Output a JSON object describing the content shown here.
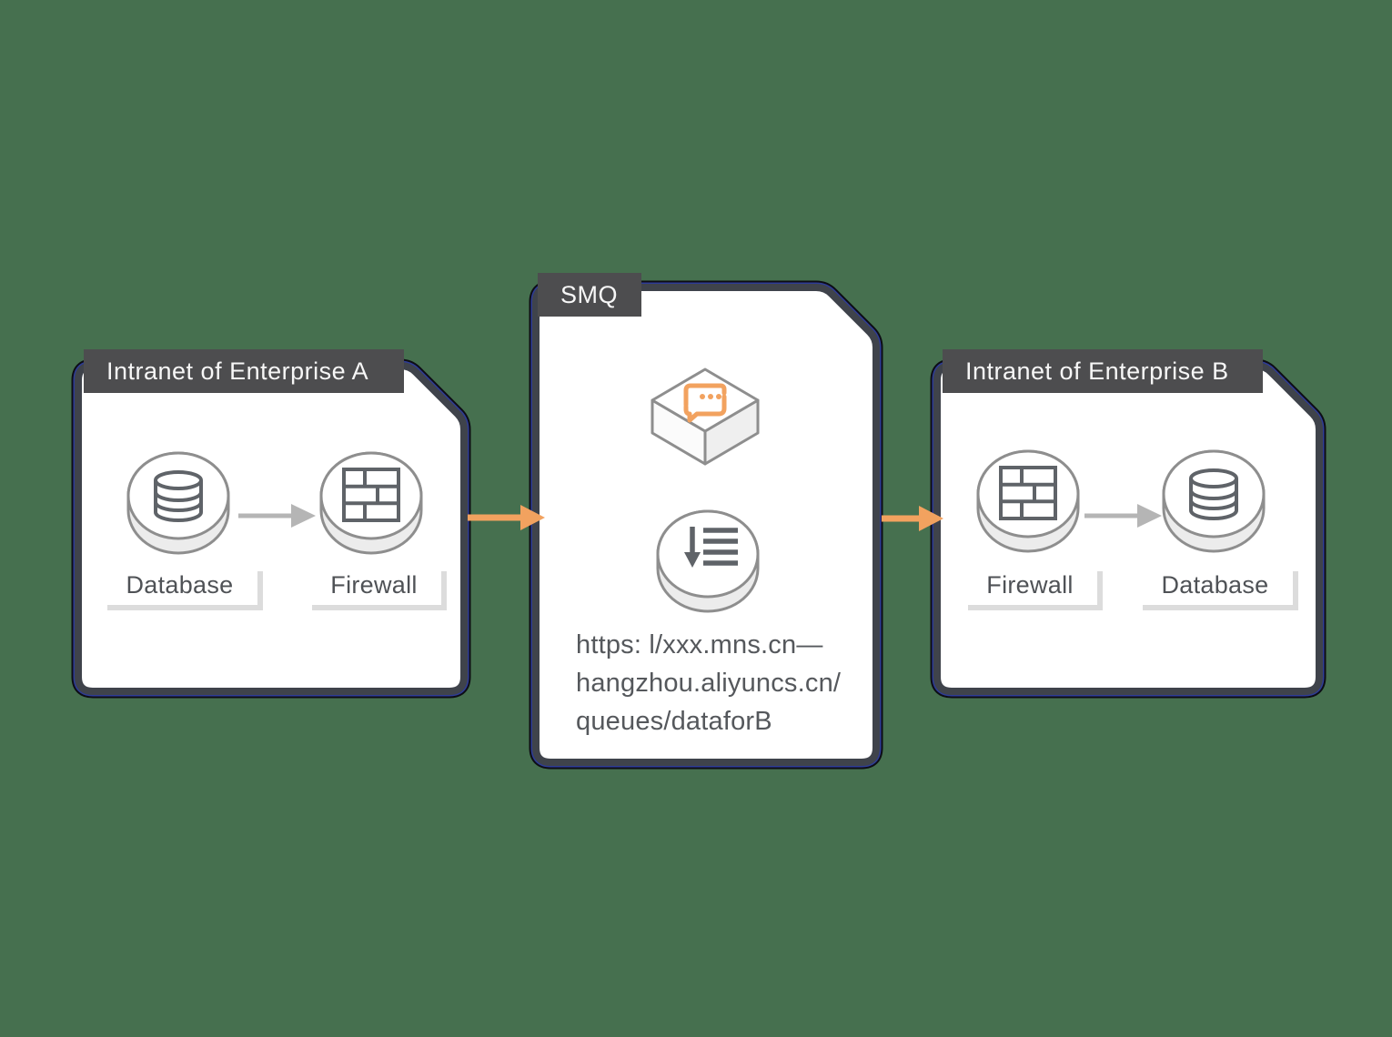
{
  "colors": {
    "background": "#46704F",
    "panel_fill": "#FFFFFF",
    "panel_border": "#3F434B",
    "panel_outline": "#0D0D15",
    "panel_accent_line": "#2E3C96",
    "tab_bg": "#4D4D4F",
    "tab_text": "#F7F7F7",
    "label_text": "#4F5256",
    "url_text": "#55585C",
    "orange": "#F2A25F",
    "gray_arrow": "#B5B5B5",
    "icon_outline": "#8E8E8E",
    "glyph": "#5F6368",
    "puck_shade": "#ECECEC"
  },
  "panels": {
    "enterprise_a": {
      "tab": "Intranet of Enterprise A",
      "nodes": [
        {
          "label": "Database",
          "icon": "database-icon"
        },
        {
          "label": "Firewall",
          "icon": "firewall-icon"
        }
      ]
    },
    "smq": {
      "tab": "SMQ",
      "icons": [
        "message-queue-cube-icon",
        "queue-list-icon"
      ],
      "url_lines": [
        "https: l/xxx.mns.cn—",
        "hangzhou.aliyuncs.cn/",
        "queues/dataforB"
      ]
    },
    "enterprise_b": {
      "tab": "Intranet of Enterprise B",
      "nodes": [
        {
          "label": "Firewall",
          "icon": "firewall-icon"
        },
        {
          "label": "Database",
          "icon": "database-icon"
        }
      ]
    }
  }
}
